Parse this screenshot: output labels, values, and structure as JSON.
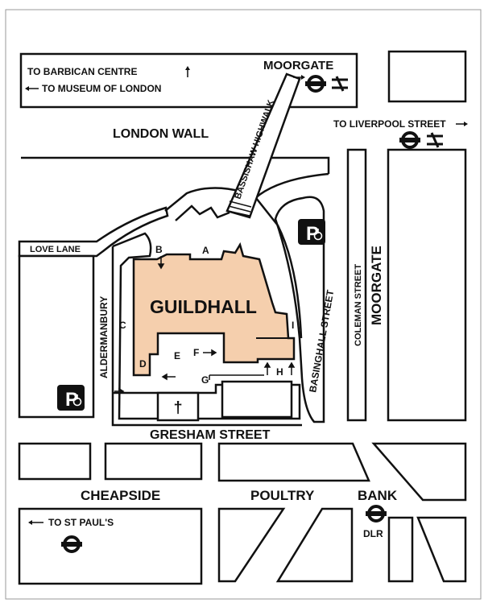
{
  "labels": {
    "barbican": "TO BARBICAN CENTRE",
    "museum": "TO MUSEUM OF LONDON",
    "moorgate_station": "MOORGATE",
    "london_wall": "LONDON WALL",
    "liverpool_street": "TO LIVERPOOL STREET",
    "bassishaw": "BASSISHAW HIGHWALK",
    "love_lane": "LOVE LANE",
    "aldermanbury": "ALDERMANBURY",
    "guildhall": "GUILDHALL",
    "basinghall": "BASINGHALL STREET",
    "coleman": "COLEMAN STREET",
    "moorgate_street": "MOORGATE",
    "gresham": "GRESHAM STREET",
    "cheapside": "CHEAPSIDE",
    "poultry": "POULTRY",
    "bank": "BANK",
    "dlr": "DLR",
    "st_pauls": "TO ST PAUL'S"
  },
  "entrances": [
    "A",
    "B",
    "C",
    "D",
    "E",
    "F",
    "G",
    "H",
    "I"
  ],
  "parking_symbol": "P",
  "church_symbol": "†",
  "colors": {
    "guildhall_fill": "#f5cfad",
    "line": "#111111",
    "background": "#ffffff"
  },
  "icons": [
    "underground-roundel-icon",
    "national-rail-icon",
    "parking-icon",
    "disabled-access-icon",
    "church-cross-icon",
    "arrow-icon"
  ]
}
